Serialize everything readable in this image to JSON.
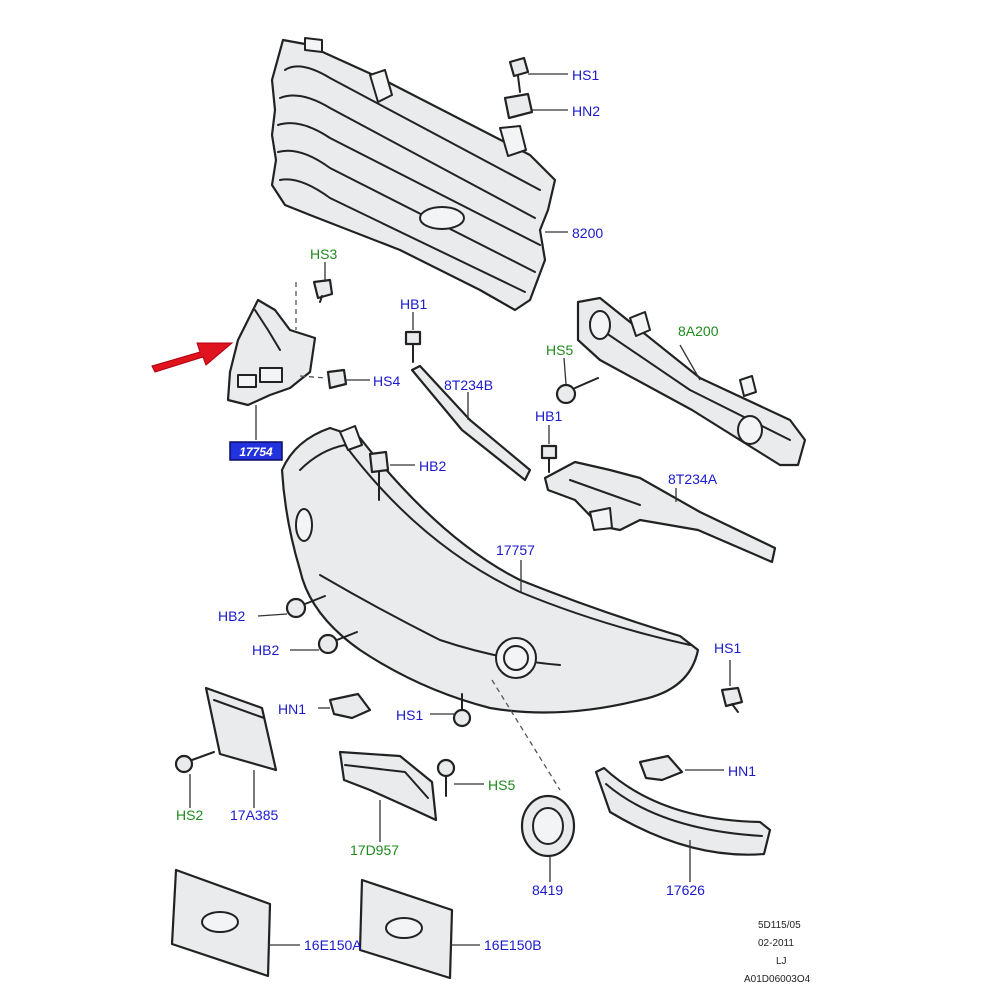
{
  "colors": {
    "label_blue": "#1a1acc",
    "label_green": "#1e8a1e",
    "arrow_red": "#e0141e",
    "badge_blue": "#2233dd"
  },
  "selected_part": "17754",
  "labels": {
    "hs1_top": "HS1",
    "hn2": "HN2",
    "grille": "8200",
    "hs3": "HS3",
    "hb1_left": "HB1",
    "hs4": "HS4",
    "strip_8t234b": "8T234B",
    "hs5_top": "HS5",
    "beam_8a200": "8A200",
    "hb1_right": "HB1",
    "bracket_8t234a": "8T234A",
    "hb2_top": "HB2",
    "bumper_17757": "17757",
    "hb2_mid1": "HB2",
    "hb2_mid2": "HB2",
    "hs1_right": "HS1",
    "hn1_left": "HN1",
    "hs1_mid": "HS1",
    "hs5_bottom": "HS5",
    "hn1_right": "HN1",
    "hs2": "HS2",
    "plate_17a385": "17A385",
    "cover_17d957": "17D957",
    "ring_8419": "8419",
    "trim_17626": "17626",
    "plate_16e150a": "16E150A",
    "plate_16e150b": "16E150B"
  },
  "footer": {
    "line1": "5D115/05",
    "line2": "02-2011",
    "line3": "LJ",
    "line4": "A01D06003O4"
  }
}
